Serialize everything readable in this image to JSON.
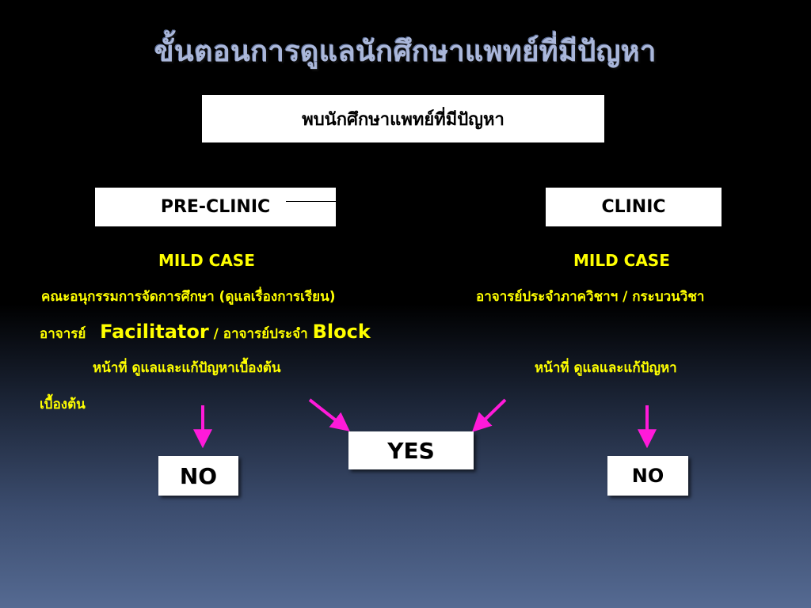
{
  "title": "ขั้นตอนการดูแลนักศึกษาแพทย์ที่มีปัญหา",
  "boxes": {
    "top": "พบนักศึกษาแพทย์ที่มีปัญหา",
    "preclinic": "PRE-CLINIC",
    "clinic": "CLINIC",
    "yes": "YES",
    "no_left": "NO",
    "no_right": "NO"
  },
  "left": {
    "mild": "MILD CASE",
    "line1": "คณะอนุกรรมการจัดการศึกษา (ดูแลเรื่องการเรียน)",
    "line2_a": "อาจารย์",
    "line2_b": "Facilitator",
    "line2_c": "/ อาจารย์ประจำ",
    "line2_d": "Block",
    "line3": "หน้าที่   ดูแลและแก้ปัญหาเบื้องต้น",
    "line4": "เบื้องต้น"
  },
  "right": {
    "mild": "MILD CASE",
    "line1": "อาจารย์ประจำภาควิชาฯ / กระบวนวิชา",
    "line3": "หน้าที่   ดูแลและแก้ปัญหา"
  },
  "colors": {
    "title": "#aab7da",
    "text": "#ffff00",
    "arrow": "#ff1ad9",
    "box": "#ffffff"
  }
}
